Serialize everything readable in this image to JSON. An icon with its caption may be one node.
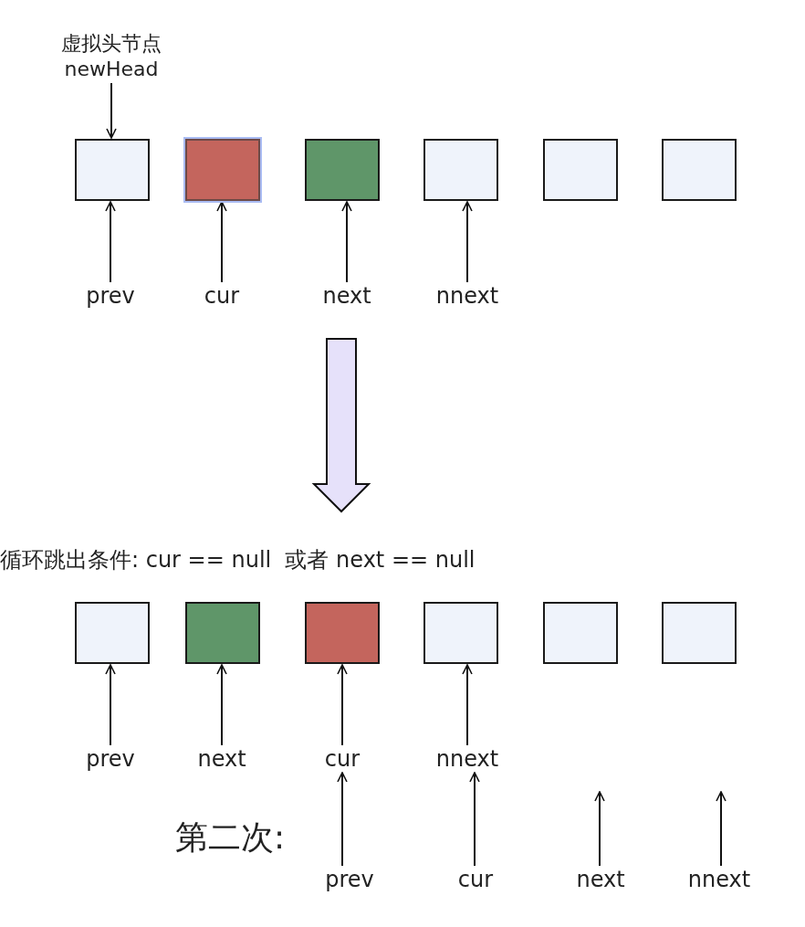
{
  "diagram": {
    "nodes": [
      {
        "text": [
          "虚拟头节点",
          "newHead"
        ]
      },
      {
        "text": [],
        "shape": "box"
      },
      {
        "text": [],
        "shape": "box"
      },
      {
        "text": [],
        "shape": "box"
      },
      {
        "text": [],
        "shape": "box"
      },
      {
        "text": [],
        "shape": "box"
      },
      {
        "text": [],
        "shape": "box"
      },
      {
        "text": [
          "prev"
        ]
      },
      {
        "text": [
          "cur"
        ]
      },
      {
        "text": [
          "next"
        ]
      },
      {
        "text": [
          "nnext"
        ]
      },
      {
        "text": [],
        "shape": "box"
      },
      {
        "text": [],
        "shape": "box"
      },
      {
        "text": [],
        "shape": "box"
      },
      {
        "text": [],
        "shape": "box"
      },
      {
        "text": [],
        "shape": "box"
      },
      {
        "text": [],
        "shape": "box"
      },
      {
        "text": [
          "prev"
        ]
      },
      {
        "text": [
          "next"
        ]
      },
      {
        "text": [
          "cur"
        ]
      },
      {
        "text": [
          "nnext"
        ]
      },
      {
        "text": [
          "prev"
        ]
      },
      {
        "text": [
          "cur"
        ]
      },
      {
        "text": [
          "next"
        ]
      },
      {
        "text": [
          "nnext"
        ]
      }
    ],
    "edges": [
      {
        "from": 0,
        "to": 1,
        "arrow": "to"
      },
      {
        "from": 7,
        "to": 1,
        "arrow": "to"
      },
      {
        "from": 8,
        "to": 2,
        "arrow": "to"
      },
      {
        "from": 9,
        "to": 3,
        "arrow": "to"
      },
      {
        "from": 10,
        "to": 4,
        "arrow": "to"
      },
      {
        "from": 17,
        "to": 11,
        "arrow": "to"
      },
      {
        "from": 18,
        "to": 12,
        "arrow": "to"
      },
      {
        "from": 19,
        "to": 13,
        "arrow": "to"
      },
      {
        "from": 20,
        "to": 14,
        "arrow": "to"
      },
      {
        "from": 21,
        "to": 19,
        "arrow": "to"
      },
      {
        "from": 22,
        "to": 20,
        "arrow": "to"
      },
      {
        "from": 23,
        "to": null,
        "arrow": "to"
      },
      {
        "from": 24,
        "to": null,
        "arrow": "to"
      }
    ],
    "labels": [
      "循环跳出条件: cur == null  或者 next == null",
      "第二次:"
    ]
  }
}
